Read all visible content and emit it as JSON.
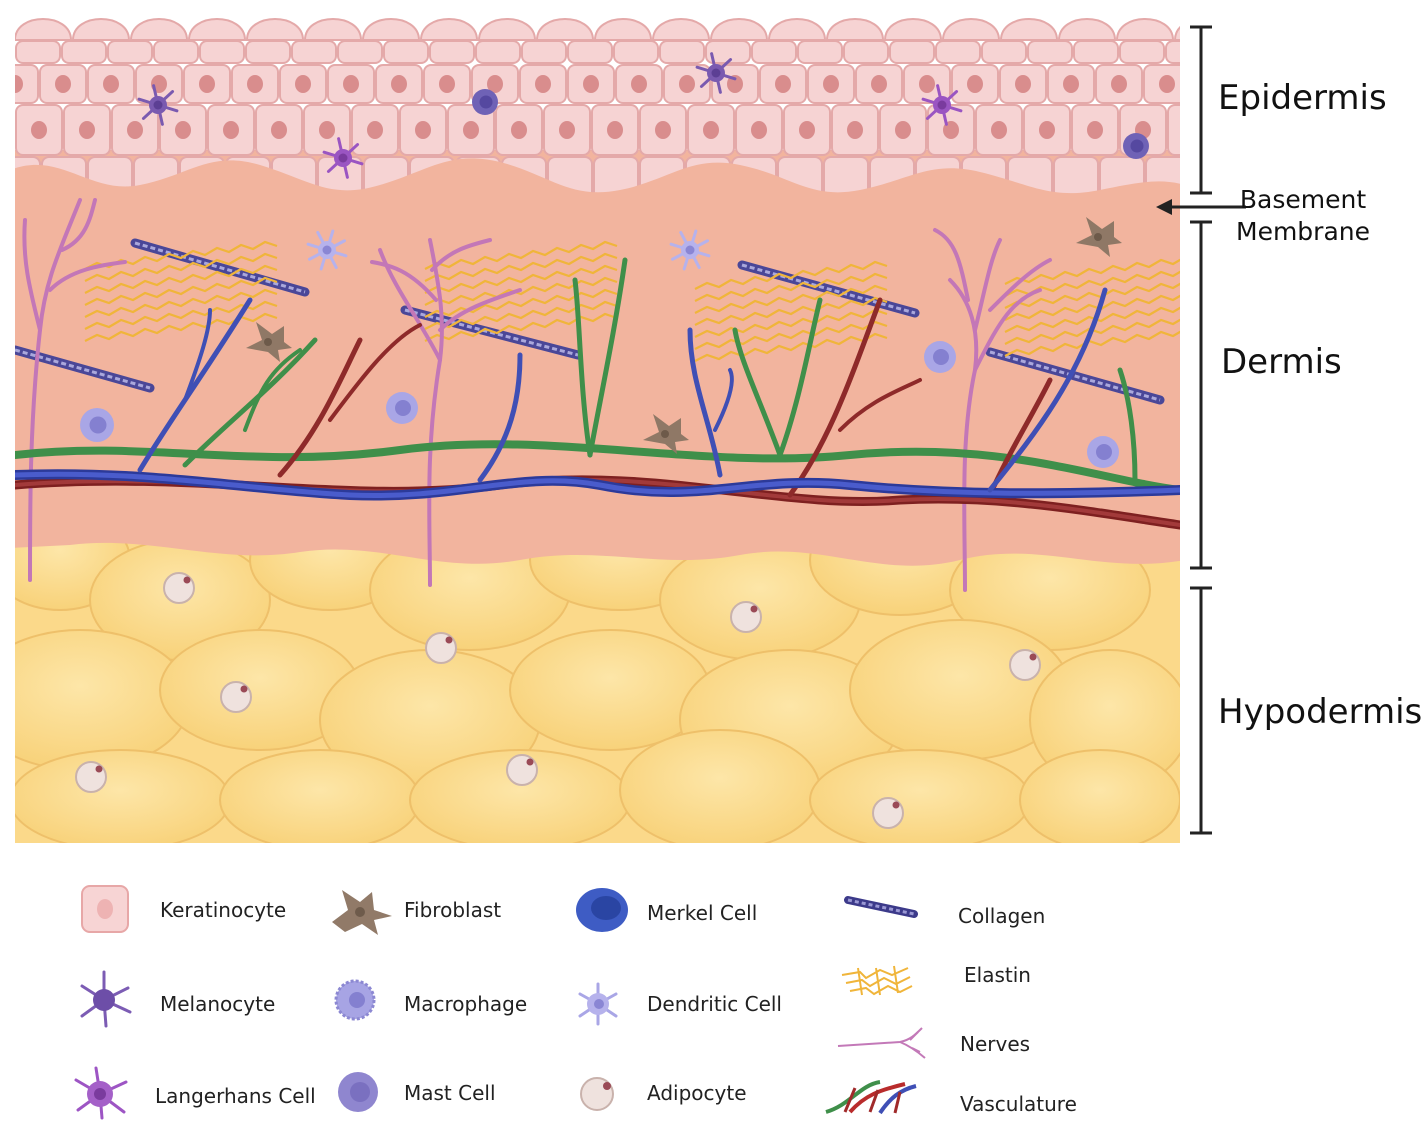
{
  "layers": {
    "epidermis": "Epidermis",
    "basement_line1": "Basement",
    "basement_line2": "Membrane",
    "dermis": "Dermis",
    "hypodermis": "Hypodermis"
  },
  "legend": {
    "keratinocyte": "Keratinocyte",
    "fibroblast": "Fibroblast",
    "merkel": "Merkel Cell",
    "collagen": "Collagen",
    "melanocyte": "Melanocyte",
    "macrophage": "Macrophage",
    "dendritic": "Dendritic Cell",
    "elastin": "Elastin",
    "langerhans": "Langerhans Cell",
    "mast": "Mast Cell",
    "adipocyte": "Adipocyte",
    "nerves": "Nerves",
    "vasculature": "Vasculature"
  },
  "colors": {
    "keratinocyte_fill": "#f6d3d3",
    "keratinocyte_nucleus": "#d98d8d",
    "dermis": "#f2b5a0",
    "hypodermis": "#fbdc8c",
    "elastin": "#f2b633",
    "collagen": "#6e6ab0",
    "nerve": "#c277b6",
    "vein": "#3f4fb5",
    "artery": "#8e2a2a",
    "lymph": "#3f8f4a",
    "fibroblast": "#8f7866",
    "melanocyte": "#7a5ab0",
    "langerhans": "#9a55c2",
    "macrophage": "#a9a6e6",
    "merkel": "#3d5bbf",
    "mast": "#8d84cc",
    "adipocyte": "#eee0dc"
  }
}
